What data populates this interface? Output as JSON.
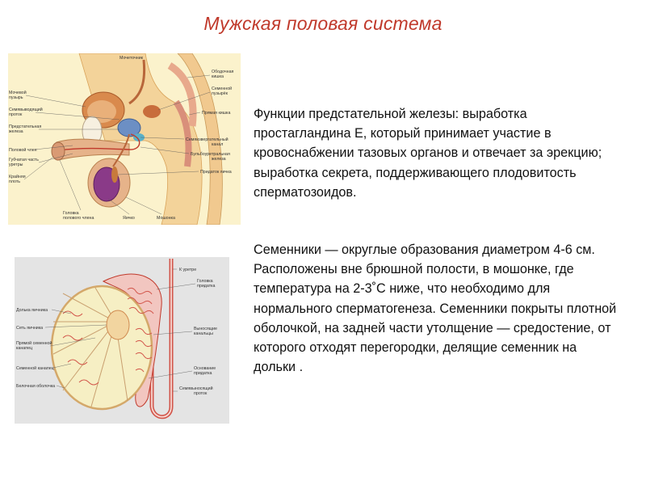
{
  "slide": {
    "title": "Мужская половая система"
  },
  "text": {
    "prostate": "Функции предстательной железы: выработка простагландина Е,  который принимает участие в кровоснабжении тазовых органов и отвечает за эрекцию; выработка секрета, поддерживающего плодовитость сперматозоидов.",
    "testes": "Семенники — округлые образования диаметром 4-6 см. Расположены вне брюшной полости, в мошонке, где температура на 2-3˚С ниже, что необходимо для нормального сперматогенеза. Семенники покрыты плотной оболочкой, на задней части утолщение — средостение, от которого отходят перегородки, делящие семенник на дольки ."
  },
  "figure1": {
    "labels": {
      "ureter": "Мочеточник",
      "bladder_1": "Мочевой",
      "bladder_2": "пузырь",
      "vas_1": "Семявыводящий",
      "vas_2": "проток",
      "prostate_1": "Предстательная",
      "prostate_2": "железа",
      "penis": "Половой член",
      "spongy_1": "Губчатая часть",
      "spongy_2": "уретры",
      "foreskin_1": "Крайняя",
      "foreskin_2": "плоть",
      "glans_1": "Головка",
      "glans_2": "полового члена",
      "testis": "Яичко",
      "scrotum": "Мошонка",
      "colon_1": "Ободочная",
      "colon_2": "кишка",
      "vesicle_1": "Семенной",
      "vesicle_2": "пузырёк",
      "rectum": "Прямая кишка",
      "ejac_1": "Семяизвергательный",
      "ejac_2": "канал",
      "bulbo_1": "Бульбоуретральная",
      "bulbo_2": "железа",
      "epid": "Придаток яичка"
    }
  },
  "figure2": {
    "labels": {
      "to_urethra": "К уретре",
      "head_1": "Головка",
      "head_2": "придатка",
      "lobule": "Долька яичника",
      "rete": "Сеть яичника",
      "straight_1": "Прямой семенной",
      "straight_2": "канапец",
      "seminif": "Семенной канапец",
      "albug": "Белочная оболочка",
      "efferent_1": "Выносящие",
      "efferent_2": "канальцы",
      "base_1": "Основание",
      "base_2": "придатка",
      "duct_1": "Семявыносящий",
      "duct_2": "проток"
    }
  }
}
